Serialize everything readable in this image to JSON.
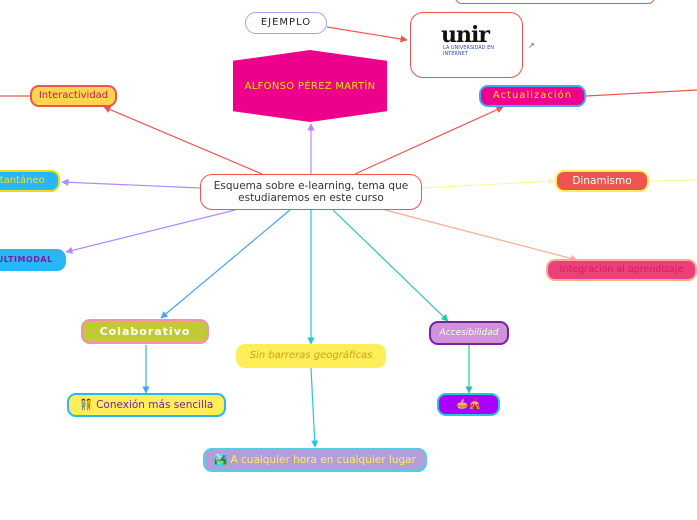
{
  "center": {
    "text": "Esquema sobre e-learning, tema que estudiaremos en este curso"
  },
  "hexagon": {
    "text": "ALFONSO PÉREZ MARTÍN"
  },
  "ejemplo": {
    "text": "EJEMPLO"
  },
  "unir": {
    "logo_text": "unir",
    "sub_text": "LA UNIVERSIDAD EN INTERNET"
  },
  "nodes": {
    "interactividad": {
      "text": "Interactividad",
      "bg": "#ffd54f",
      "border": "#ef5350",
      "color": "#c2185b"
    },
    "actualizacion": {
      "text": "Actualización",
      "bg": "#ec008c",
      "border": "#42a5f5",
      "color": "#ffe600"
    },
    "instantaneo": {
      "text": "Instantáneo",
      "bg": "#29b6f6",
      "border": "#f5d90a",
      "color": "#f5e600"
    },
    "dinamismo": {
      "text": "Dinamismo",
      "bg": "#ef5350",
      "border": "#ffee58",
      "color": "#ffffff"
    },
    "multimodal": {
      "text": "MULTIMODAL",
      "bg": "#29b6f6",
      "border": "#29b6f6",
      "color": "#7b1fa2"
    },
    "integracion": {
      "text": "Integración al aprendizaje",
      "bg": "#ec407a",
      "border": "#ffab91",
      "color": "#d81b60"
    },
    "colaborativo": {
      "text": "Colaborativo",
      "bg": "#c0ca33",
      "border": "#f48fb1",
      "color": "#ffffff"
    },
    "barreras": {
      "text": "Sin barreras geográficas",
      "bg": "#ffee58",
      "border": "#ffee58",
      "color": "#d4a017"
    },
    "accesibilidad": {
      "text": "Accesibilidad",
      "bg": "#ce93d8",
      "border": "#7b1fa2",
      "color": "#ffffff"
    },
    "conexion": {
      "text": "🧑‍🤝‍🧑 Conexión más sencilla",
      "bg": "#ffee58",
      "border": "#29b6f6",
      "color": "#7b1fa2"
    },
    "emoji": {
      "text": "🥧🎪",
      "bg": "#aa00ff",
      "border": "#26c6da",
      "color": "#ffffff"
    },
    "cualquier": {
      "text": "🏞️ A cualquier hora en cualquier lugar",
      "bg": "#b39ddb",
      "border": "#4dd0e1",
      "color": "#ffee58"
    }
  }
}
